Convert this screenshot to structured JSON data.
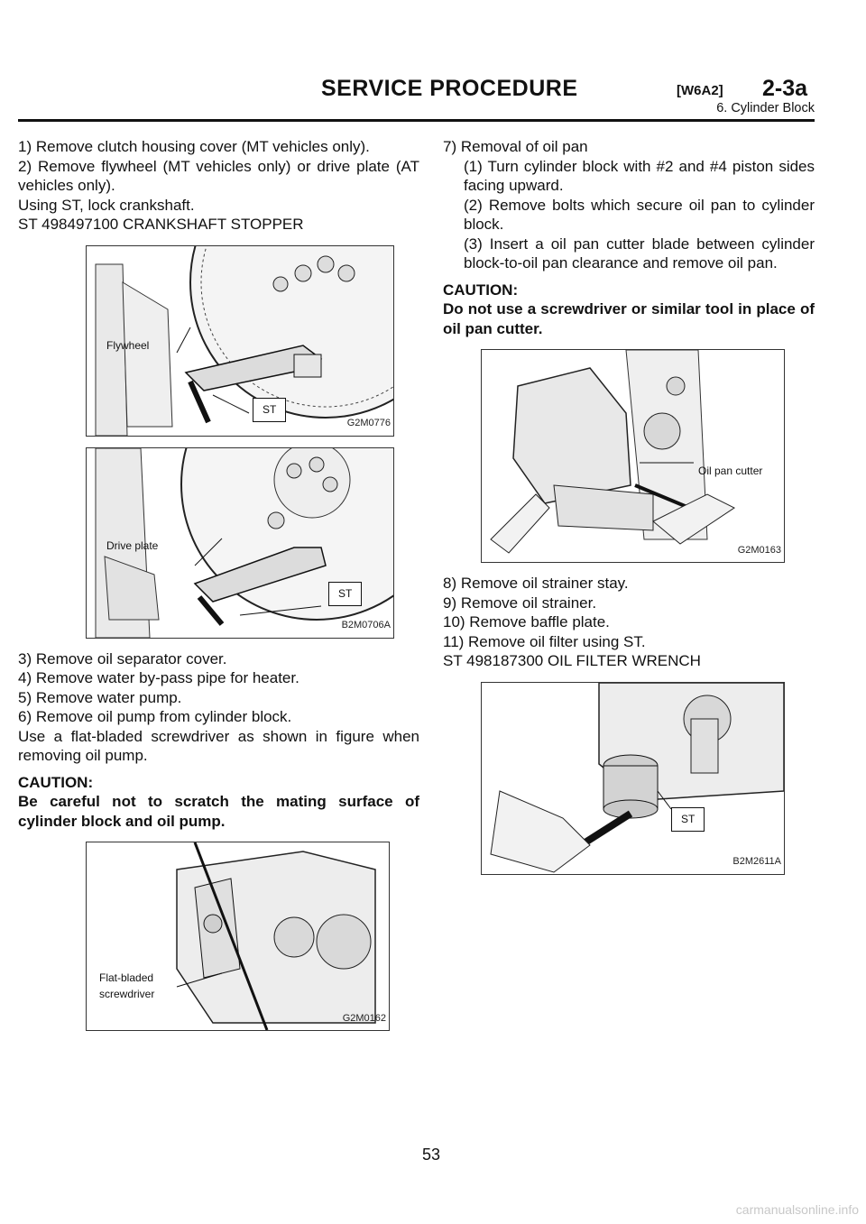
{
  "header": {
    "title": "SERVICE PROCEDURE",
    "code": "[W6A2]",
    "section": "2-3a",
    "subtitle": "6. Cylinder Block"
  },
  "left_column": {
    "step1": "1) Remove clutch housing cover (MT vehicles only).",
    "step2": "2) Remove flywheel (MT vehicles only) or drive plate (AT vehicles only).",
    "step2_note": "Using ST, lock crankshaft.",
    "step2_st": "ST 498497100 CRANKSHAFT STOPPER",
    "fig1": {
      "label": "Flywheel",
      "st": "ST",
      "code": "G2M0776"
    },
    "fig2": {
      "label": "Drive plate",
      "st": "ST",
      "code": "B2M0706A"
    },
    "step3": "3) Remove oil separator cover.",
    "step4": "4) Remove water by-pass pipe for heater.",
    "step5": "5) Remove water pump.",
    "step6": "6) Remove oil pump from cylinder block.",
    "step6_note": "Use a flat-bladed screwdriver as shown in figure when removing oil pump.",
    "caution_label": "CAUTION:",
    "caution_text": "Be careful not to scratch the mating surface of cylinder block and oil pump.",
    "fig3": {
      "label_line1": "Flat-bladed",
      "label_line2": "screwdriver",
      "code": "G2M0162"
    }
  },
  "right_column": {
    "step7": "7) Removal of oil pan",
    "step7_1": "(1) Turn cylinder block with #2 and #4 piston sides facing upward.",
    "step7_2": "(2) Remove bolts which secure oil pan to cylinder block.",
    "step7_3": "(3) Insert a oil pan cutter blade between cylinder block-to-oil pan clearance and remove oil pan.",
    "caution_label": "CAUTION:",
    "caution_text": "Do not use a screwdriver or similar tool in place of oil pan cutter.",
    "fig4": {
      "label": "Oil pan cutter",
      "code": "G2M0163"
    },
    "step8": "8) Remove oil strainer stay.",
    "step9": "9) Remove oil strainer.",
    "step10": "10) Remove baffle plate.",
    "step11": "11) Remove oil filter using ST.",
    "step11_st": "ST 498187300 OIL FILTER WRENCH",
    "fig5": {
      "st": "ST",
      "code": "B2M2611A"
    }
  },
  "footer": {
    "page_number": "53",
    "watermark": "carmanualsonline.info"
  }
}
